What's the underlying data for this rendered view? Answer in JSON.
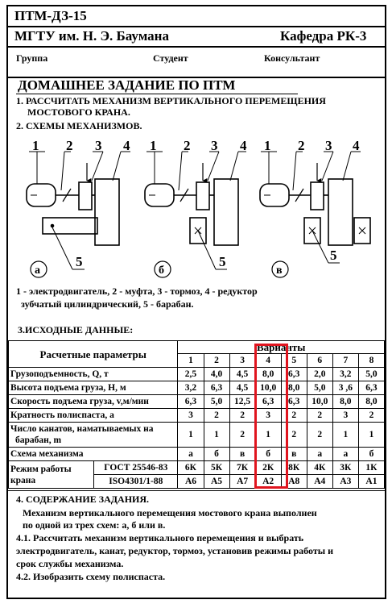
{
  "header": {
    "code": "ПТМ-ДЗ-15",
    "university": "МГТУ им. Н. Э. Баумана",
    "department": "Кафедра РК-3",
    "group_label": "Группа",
    "student_label": "Студент",
    "consultant_label": "Консультант"
  },
  "title": "ДОМАШНЕЕ ЗАДАНИЕ ПО ПТМ",
  "task1_line1": "1. РАССЧИТАТЬ МЕХАНИЗМ ВЕРТИКАЛЬНОГО ПЕРЕМЕЩЕНИЯ",
  "task1_line2": "МОСТОВОГО КРАНА.",
  "task2": "2. СХЕМЫ МЕХАНИЗМОВ.",
  "diagram": {
    "numbers": [
      "1",
      "2",
      "3",
      "4",
      "5"
    ],
    "labels": [
      "а",
      "б",
      "в"
    ]
  },
  "legend_line1": "1 - электродвигатель, 2 - муфта, 3 - тормоз, 4 - редуктор",
  "legend_line2": "зубчатый цилиндрический, 5  -  барабан.",
  "section3": "3.ИСХОДНЫЕ ДАННЫЕ:",
  "table": {
    "param_header": "Расчетные параметры",
    "variants_header": "Варианты",
    "variant_numbers": [
      "1",
      "2",
      "3",
      "4",
      "5",
      "6",
      "7",
      "8"
    ],
    "rows": [
      {
        "label": "Грузоподъемность, Q, т",
        "values": [
          "2,5",
          "4,0",
          "4,5",
          "8,0",
          "6,3",
          "2,0",
          "3,2",
          "5,0"
        ]
      },
      {
        "label": "Высота подъема груза, Н, м",
        "values": [
          "3,2",
          "6,3",
          "4,5",
          "10,0",
          "8,0",
          "5,0",
          "3 ,6",
          "6,3"
        ]
      },
      {
        "label": "Скорость подъема груза, v,м/мин",
        "values": [
          "6,3",
          "5,0",
          "12,5",
          "6,3",
          "6,3",
          "10,0",
          "8,0",
          "8,0"
        ]
      },
      {
        "label": "Кратность полиспаста, а",
        "values": [
          "3",
          "2",
          "2",
          "3",
          "2",
          "2",
          "3",
          "2"
        ]
      },
      {
        "label_line1": "Число канатов, наматываемых на",
        "label_line2": "барабан, m",
        "values": [
          "1",
          "1",
          "2",
          "1",
          "2",
          "2",
          "1",
          "1"
        ]
      },
      {
        "label": "Схема механизма",
        "values": [
          "а",
          "б",
          "в",
          "б",
          "в",
          "а",
          "а",
          "б"
        ]
      }
    ],
    "mode_label_line1": "Режим работы",
    "mode_label_line2": "крана",
    "gost1": "ГОСТ 25546-83",
    "gost1_values": [
      "6К",
      "5К",
      "7К",
      "2К",
      "8К",
      "4К",
      "3К",
      "1К"
    ],
    "gost2": "ISO4301/1-88",
    "gost2_values": [
      "А6",
      "А5",
      "А7",
      "А2",
      "А8",
      "А4",
      "А3",
      "А1"
    ]
  },
  "section4": {
    "title": "4. СОДЕРЖАНИЕ ЗАДАНИЯ.",
    "p1_line1": "Механизм вертикального перемещения мостового крана   выполнен",
    "p1_line2": "по одной из трех  схем: а, б или в.",
    "p2_line1": "4.1. Рассчитать механизм вертикального перемещения и выбрать",
    "p2_line2": "электродвигатель, канат, редуктор, тормоз, установив режимы работы и",
    "p2_line3": "срок службы механизма.",
    "p3": "4.2. Изобразить схему  полиспаста."
  },
  "colors": {
    "highlight": "#e0141e"
  }
}
